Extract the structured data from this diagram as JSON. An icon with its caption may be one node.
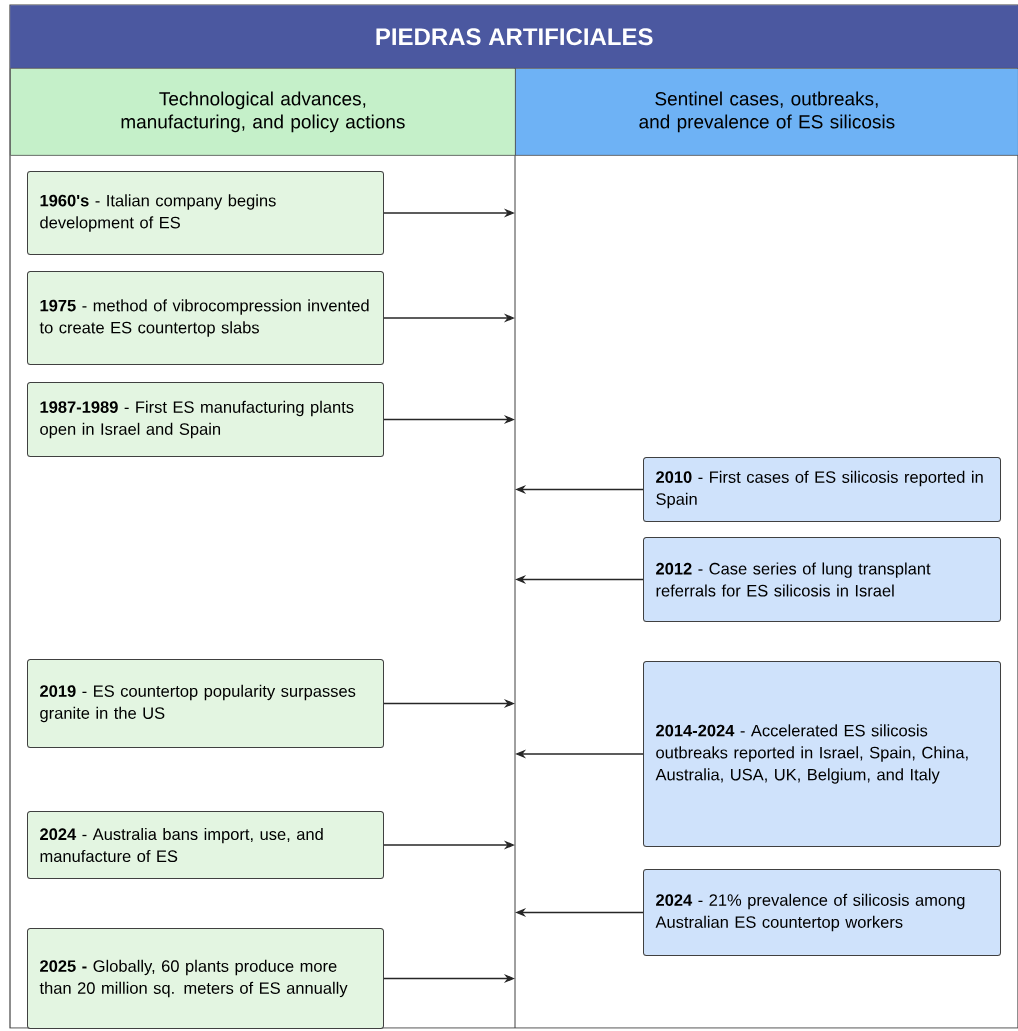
{
  "diagram": {
    "title": "PIEDRAS ARTIFICIALES",
    "nodes": [
      {
        "text": [
          "Technological advances, manufacturing, and policy actions"
        ]
      },
      {
        "text": [
          "Sentinel cases, outbreaks, and prevalence of ES silicosis"
        ]
      },
      {
        "text": [
          "**1960's** - Italian company begins development of ES"
        ]
      },
      {
        "text": [
          "**1975** - method of vibrocompression invented to create ES countertop slabs"
        ]
      },
      {
        "text": [
          "**1987-1989** - First ES manufacturing plants open in Israel and Spain"
        ]
      },
      {
        "text": [
          "**2010** - First  cases of ES silicosis reported in Spain"
        ]
      },
      {
        "text": [
          "**2012** - Case series of lung transplant referrals for ES silicosis in Israel"
        ]
      },
      {
        "text": [
          "**2019** - ES countertop popularity surpasses granite in the US"
        ]
      },
      {
        "text": [
          "**2014-2024** - Accelerated ES silicosis outbreaks reported in Israel, Spain, China, Australia, USA, UK, Belgium, and Italy"
        ]
      },
      {
        "text": [
          "**2024** - Australia bans import, use, and manufacture of ES"
        ]
      },
      {
        "text": [
          "**2024** - 21% prevalence of silicosis among Australian ES countertop workers"
        ]
      },
      {
        "text": [
          "**2025 -** Globally, 60 plants produce more than 20 million sq. meters of ES annually"
        ]
      }
    ],
    "edges": [
      {
        "from": 2,
        "to": null,
        "arrow": "to"
      },
      {
        "from": 3,
        "to": null,
        "arrow": "to"
      },
      {
        "from": 4,
        "to": null,
        "arrow": "to"
      },
      {
        "from": 5,
        "to": null,
        "arrow": "to"
      },
      {
        "from": 6,
        "to": null,
        "arrow": "to"
      },
      {
        "from": 7,
        "to": null,
        "arrow": "to"
      },
      {
        "from": 8,
        "to": null,
        "arrow": "to"
      },
      {
        "from": 9,
        "to": null,
        "arrow": "to"
      },
      {
        "from": 10,
        "to": null,
        "arrow": "to"
      },
      {
        "from": 11,
        "to": null,
        "arrow": "to"
      }
    ]
  }
}
